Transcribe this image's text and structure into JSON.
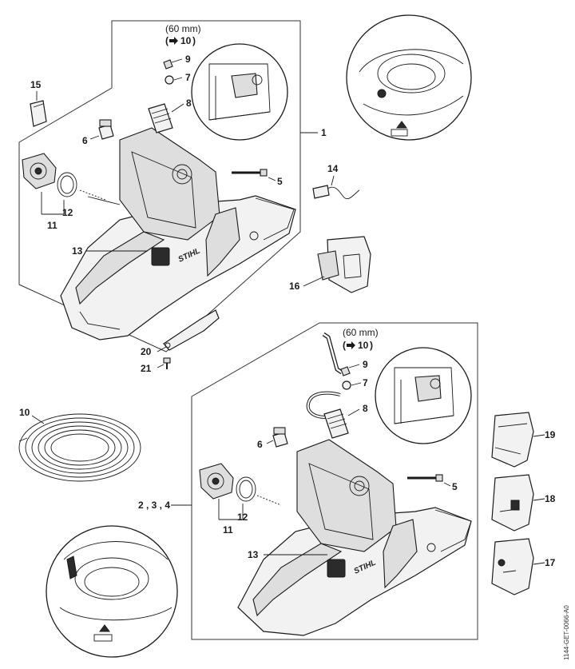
{
  "drawing_code": "1144-GET-0066-A0",
  "brand_mark": "STIHL",
  "upper": {
    "hose_length_note": "(60 mm)",
    "hose_ref_note": "10",
    "assembly_label": "1",
    "callouts": {
      "p5": "5",
      "p6": "6",
      "p7": "7",
      "p8": "8",
      "p9": "9",
      "p11": "11",
      "p12": "12",
      "p13": "13",
      "p14": "14",
      "p15": "15",
      "p16": "16",
      "p20": "20",
      "p21": "21"
    }
  },
  "lower": {
    "hose_length_note": "(60 mm)",
    "hose_ref_note": "10",
    "assembly_label": "2 , 3 , 4",
    "callouts": {
      "p5": "5",
      "p6": "6",
      "p7": "7",
      "p8": "8",
      "p9": "9",
      "p10": "10",
      "p11": "11",
      "p12": "12",
      "p13": "13",
      "p17": "17",
      "p18": "18",
      "p19": "19"
    }
  },
  "icons": {
    "arrow": "arrow-right-icon"
  }
}
